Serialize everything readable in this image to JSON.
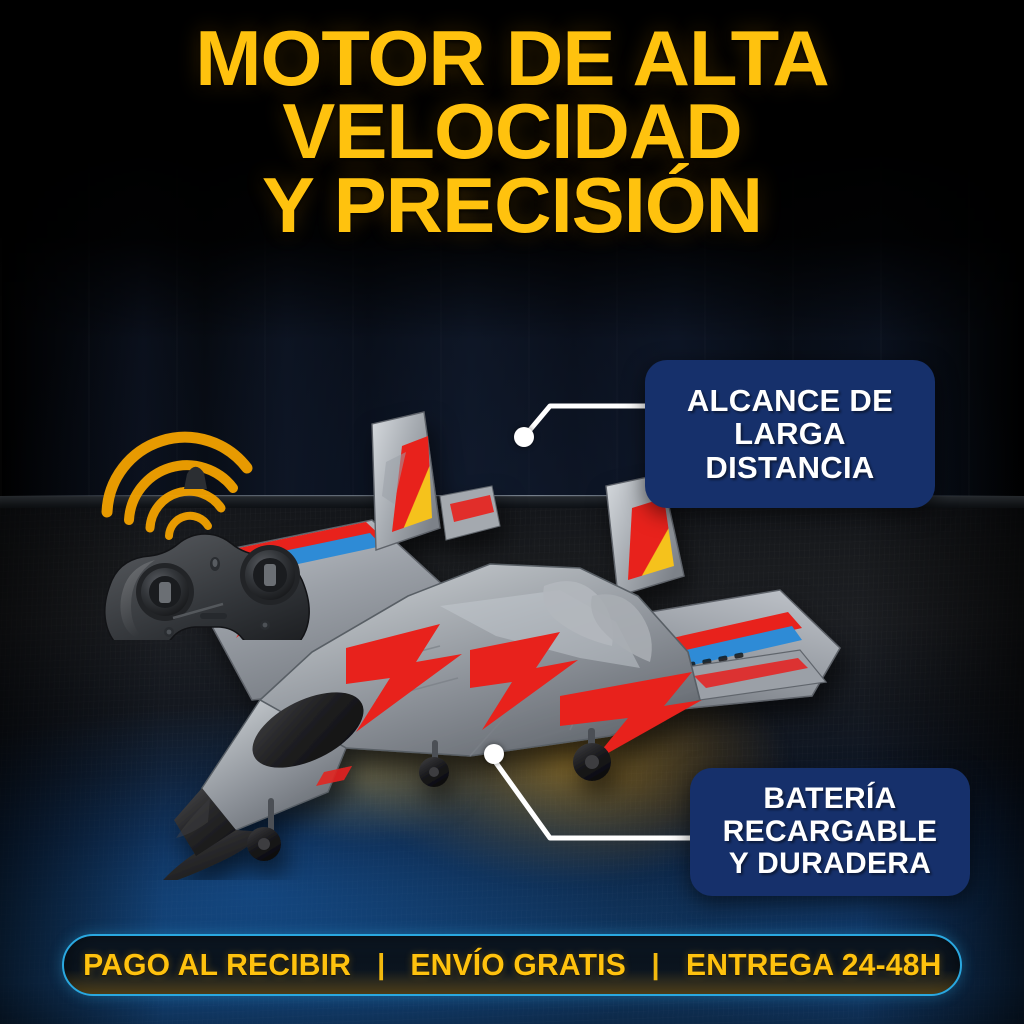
{
  "headline": {
    "line1": "MOTOR DE ALTA",
    "line2": "VELOCIDAD",
    "line3": "Y PRECISIÓN",
    "color": "#FFC20E"
  },
  "callouts": [
    {
      "id": "range",
      "line1": "ALCANCE DE",
      "line2": "LARGA",
      "line3": "DISTANCIA",
      "bg_color": "#16306B",
      "text_color": "#FFFFFF"
    },
    {
      "id": "battery",
      "line1": "BATERÍA",
      "line2": "RECARGABLE",
      "line3": "Y DURADERA",
      "bg_color": "#16306B",
      "text_color": "#FFFFFF"
    }
  ],
  "product": {
    "jet_name": "rc-fighter-jet",
    "jet_body_color": "#9aa0a6",
    "jet_accent_red": "#E8201C",
    "jet_accent_blue": "#2E8BD6",
    "jet_accent_yellow": "#F5C21A",
    "jet_nose_color": "#1a1a1a",
    "remote_name": "rc-remote-controller",
    "remote_color": "#3a3c40",
    "signal_color": "#F0A000"
  },
  "bottom_banner": {
    "item1": "PAGO AL RECIBIR",
    "separator": "|",
    "item2": "ENVÍO GRATIS",
    "item3": "ENTREGA 24-48H",
    "text_color": "#FFC20E",
    "border_color": "#2AA8E0"
  },
  "scene": {
    "background_color": "#000000",
    "floor_blue": "#11365F",
    "glow_gold": "#D6A028"
  }
}
